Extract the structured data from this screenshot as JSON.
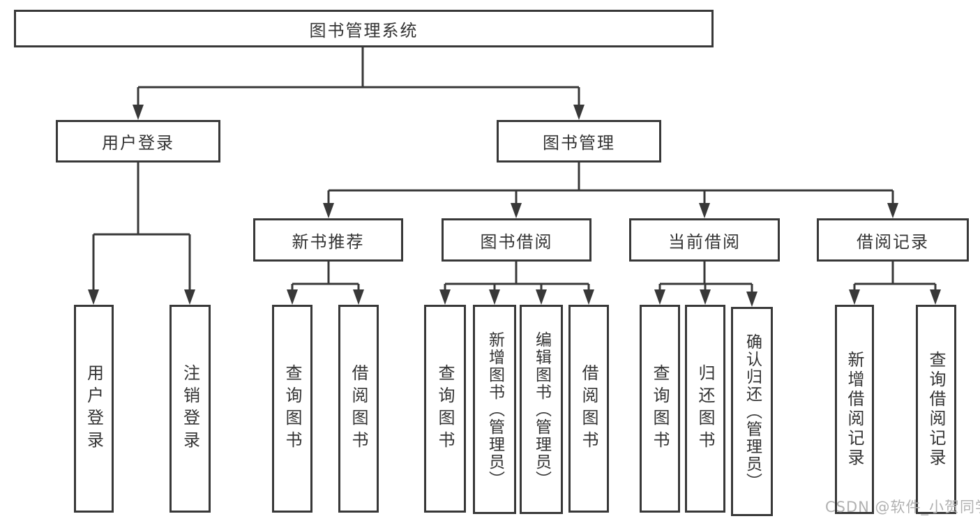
{
  "diagram_type": "hierarchy-tree",
  "colors": {
    "line": "#383838",
    "box_border": "#383838",
    "box_fill": "#ffffff",
    "text": "#333333",
    "watermark": "#b1b1b1",
    "background": "#ffffff"
  },
  "tree": {
    "label": "图书管理系统",
    "children": [
      {
        "label": "用户登录",
        "children": [
          {
            "label": "用户登录"
          },
          {
            "label": "注销登录"
          }
        ]
      },
      {
        "label": "图书管理",
        "children": [
          {
            "label": "新书推荐",
            "children": [
              {
                "label": "查询图书"
              },
              {
                "label": "借阅图书"
              }
            ]
          },
          {
            "label": "图书借阅",
            "children": [
              {
                "label": "查询图书"
              },
              {
                "label": "新增图书（管理员）"
              },
              {
                "label": "编辑图书（管理员）"
              },
              {
                "label": "借阅图书"
              }
            ]
          },
          {
            "label": "当前借阅",
            "children": [
              {
                "label": "查询图书"
              },
              {
                "label": "归还图书"
              },
              {
                "label": "确认归还（管理员）"
              }
            ]
          },
          {
            "label": "借阅记录",
            "children": [
              {
                "label": "新增借阅记录"
              },
              {
                "label": "查询借阅记录"
              }
            ]
          }
        ]
      }
    ]
  },
  "watermark": {
    "text": "CSDN @软件_小贺同学"
  }
}
